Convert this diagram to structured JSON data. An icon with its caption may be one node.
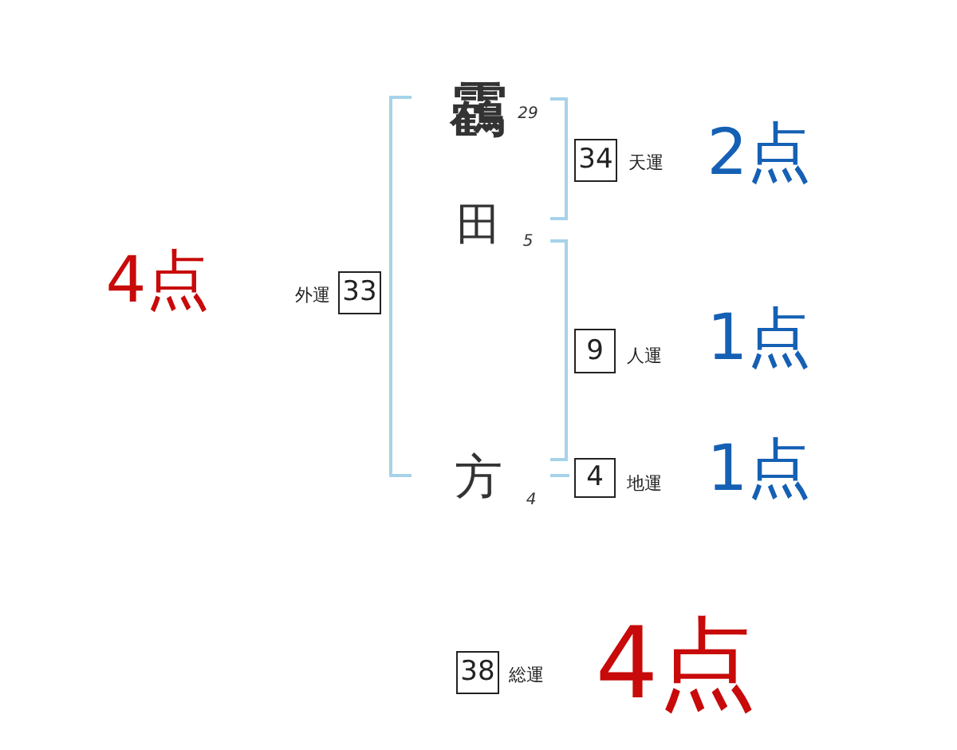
{
  "diagram": {
    "nodes": [
      {
        "text": [
          "34"
        ],
        "beside": [
          "天運"
        ]
      },
      {
        "text": [
          "33"
        ],
        "beside": [
          "外運"
        ]
      },
      {
        "text": [
          "9"
        ],
        "beside": [
          "人運"
        ]
      },
      {
        "text": [
          "4"
        ],
        "beside": [
          "地運"
        ]
      },
      {
        "text": [
          "38"
        ],
        "beside": [
          "総運"
        ]
      }
    ],
    "labels": [
      "靏",
      "29",
      "2点",
      "田",
      "5",
      "4点",
      "1点",
      "方",
      "4",
      "1点",
      "4点"
    ]
  }
}
